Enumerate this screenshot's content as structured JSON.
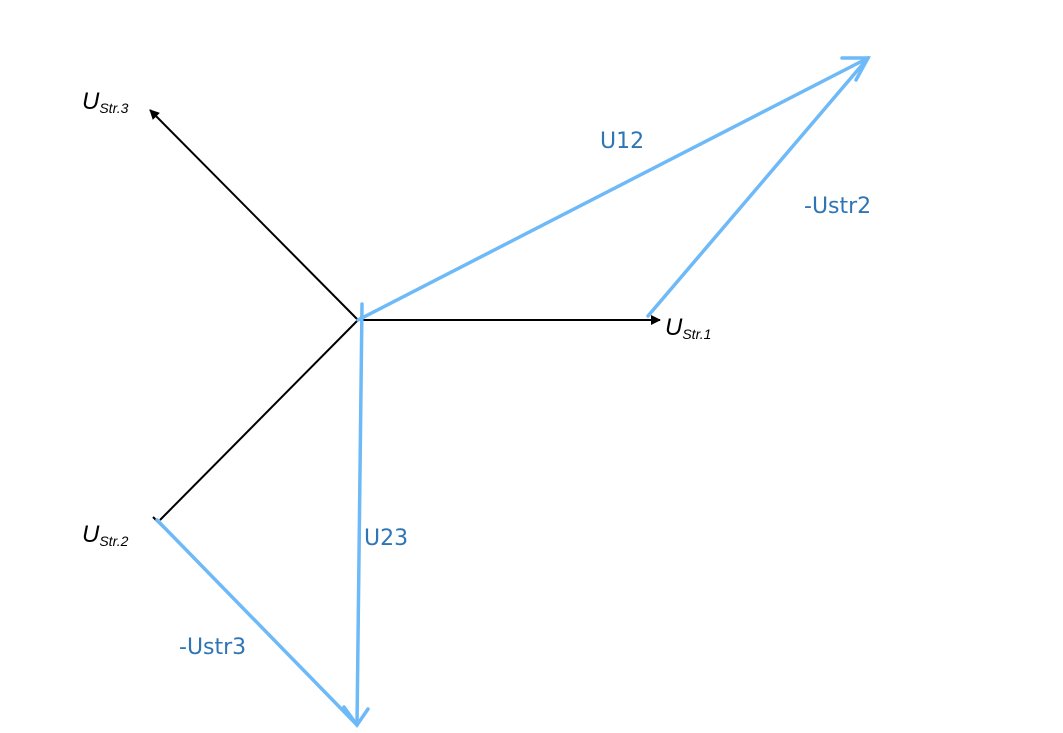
{
  "colors": {
    "phase_vector": "#000000",
    "line_vector": "#6EB9F7",
    "blue_text": "#2E75B6",
    "background": "#FFFFFF"
  },
  "phase_vectors": [
    {
      "id": "ustr1",
      "symbol": "U",
      "subscript": "Str.1"
    },
    {
      "id": "ustr2",
      "symbol": "U",
      "subscript": "Str.2"
    },
    {
      "id": "ustr3",
      "symbol": "U",
      "subscript": "Str.3"
    }
  ],
  "line_vectors": [
    {
      "id": "u12",
      "label": "U12"
    },
    {
      "id": "neg-ustr2",
      "label": "-Ustr2"
    },
    {
      "id": "u23",
      "label": "U23"
    },
    {
      "id": "neg-ustr3",
      "label": "-Ustr3"
    }
  ]
}
